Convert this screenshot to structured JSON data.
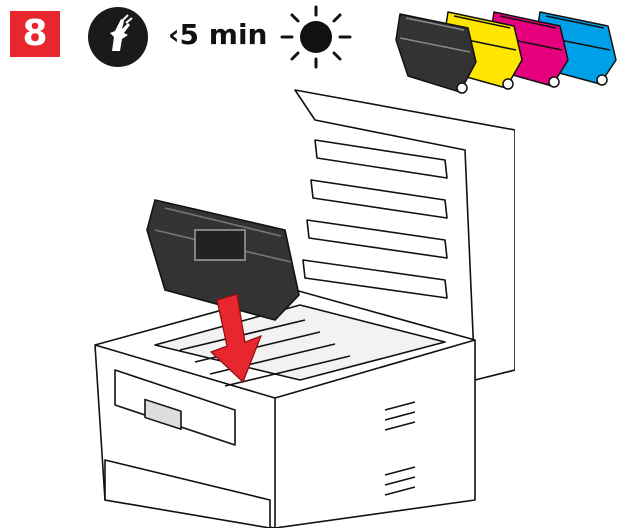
{
  "step": {
    "number": "8"
  },
  "time": {
    "label": "‹5 min"
  },
  "icons": {
    "hand": "hand-icon",
    "light": "sun-icon",
    "arrow": "down-arrow-icon"
  },
  "colors": {
    "badge": "#e8262d",
    "arrow": "#e8262d",
    "drum_black": "#333333",
    "drum_yellow": "#ffe600",
    "drum_magenta": "#e6007e",
    "drum_cyan": "#00a0e9"
  },
  "drum_order": [
    "black",
    "yellow",
    "magenta",
    "cyan"
  ]
}
